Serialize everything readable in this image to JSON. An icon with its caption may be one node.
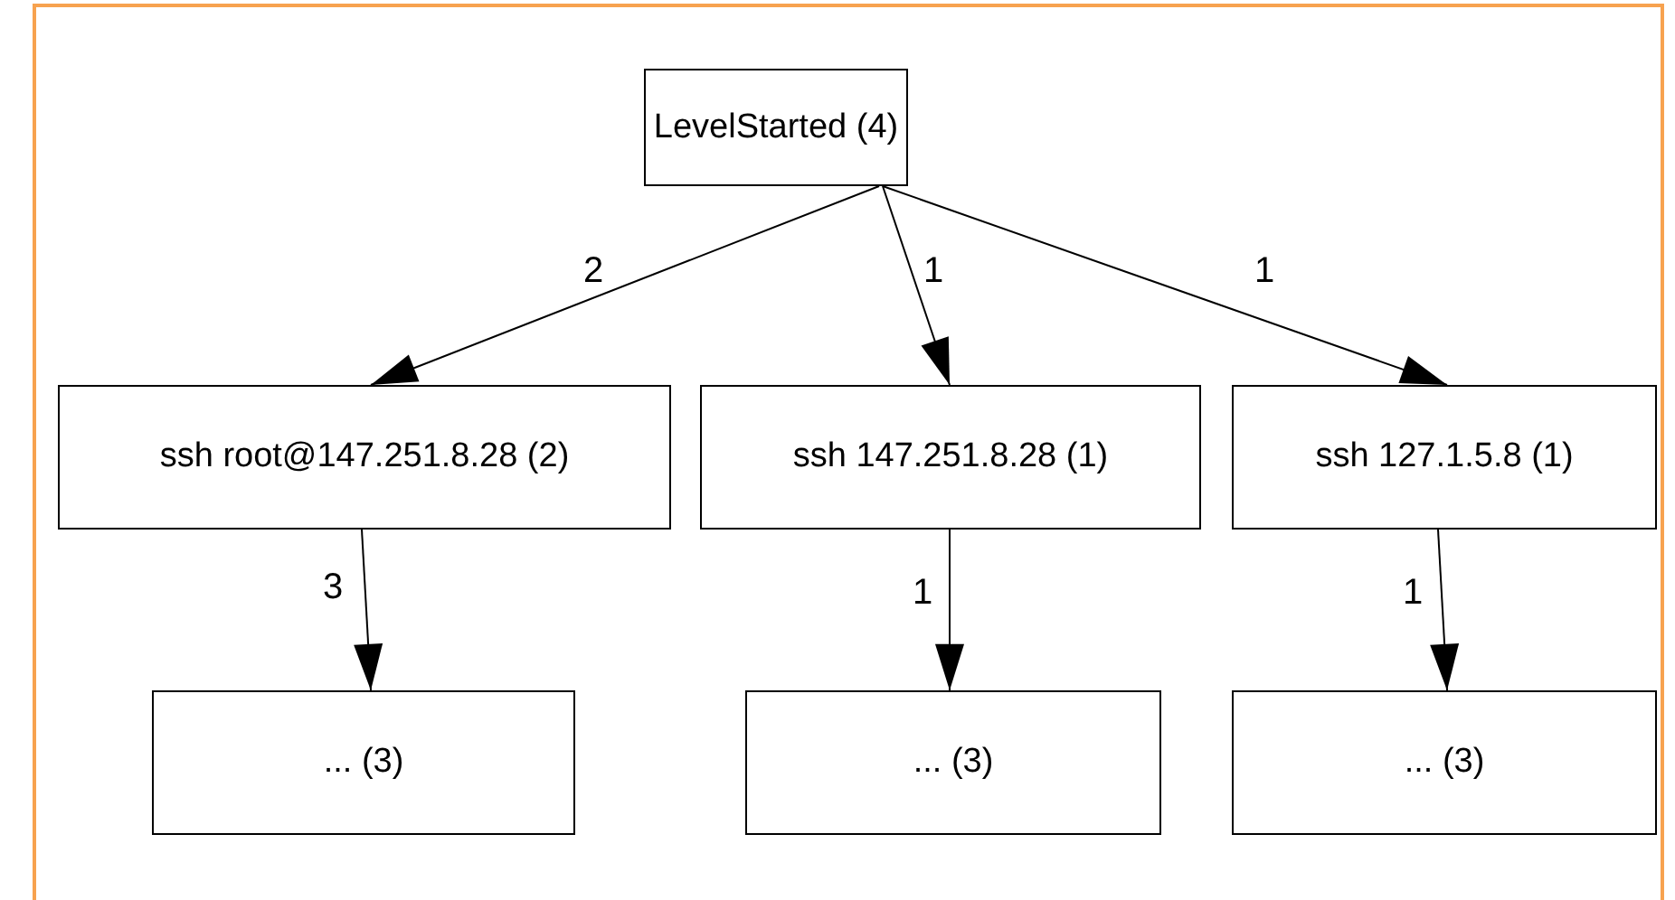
{
  "diagram": {
    "nodes": [
      {
        "text": [
          "LevelStarted (4)"
        ]
      },
      {
        "text": [
          "ssh root@147.251.8.28 (2)"
        ]
      },
      {
        "text": [
          "ssh 147.251.8.28 (1)"
        ]
      },
      {
        "text": [
          "ssh 127.1.5.8 (1)"
        ]
      },
      {
        "text": [
          "... (3)"
        ]
      },
      {
        "text": [
          "... (3)"
        ]
      },
      {
        "text": [
          "... (3)"
        ]
      }
    ],
    "edges": [
      {
        "from": 0,
        "to": 1,
        "arrow": "to",
        "label": "2"
      },
      {
        "from": 0,
        "to": 2,
        "arrow": "to",
        "label": "1"
      },
      {
        "from": 0,
        "to": 3,
        "arrow": "to",
        "label": "1"
      },
      {
        "from": 1,
        "to": 4,
        "arrow": "to",
        "label": "3"
      },
      {
        "from": 2,
        "to": 5,
        "arrow": "to",
        "label": "1"
      },
      {
        "from": 3,
        "to": 6,
        "arrow": "to",
        "label": "1"
      }
    ]
  }
}
